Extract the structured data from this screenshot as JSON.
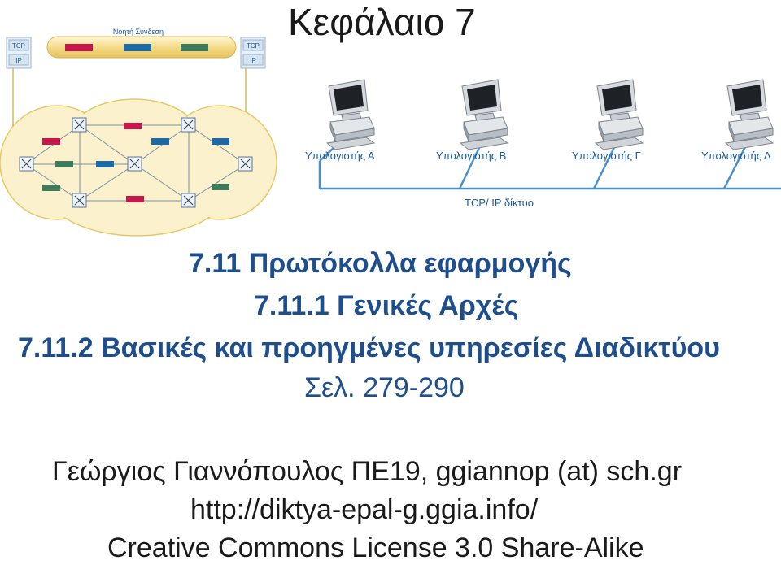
{
  "slide": {
    "title": "Κεφάλαιο 7",
    "headings": [
      "7.11 Πρωτόκολλα εφαρμογής",
      "7.11.1 Γενικές Αρχές",
      "7.11.2 Βασικές και προηγμένες υπηρεσίες Διαδικτύου"
    ],
    "pages": "Σελ. 279-290",
    "footer": {
      "author": "Γεώργιος Γιαννόπουλος ΠΕ19, ggiannop (at) sch.gr",
      "website": "http://diktya-epal-g.ggia.info/",
      "license": "Creative Commons License 3.0 Share-Alike"
    }
  },
  "left_diagram": {
    "virtual_link_label": "Νοητή Σύνδεση",
    "left_stack": [
      "TCP",
      "IP"
    ],
    "right_stack": [
      "TCP",
      "IP"
    ]
  },
  "right_diagram": {
    "computers": [
      "Υπολογιστής Α",
      "Υπολογιστής Β",
      "Υπολογιστής Γ",
      "Υπολογιστής Δ"
    ],
    "network_label": "TCP/ IP δίκτυο"
  },
  "colors": {
    "heading": "#1f4e8c",
    "packet_red": "#c8174a",
    "packet_blue": "#1c6aa6",
    "packet_green": "#3f7a5a",
    "cloud_fill": "#fbf1cc",
    "network_line": "#4a8fc8",
    "label_blue": "#1b5aa0"
  }
}
